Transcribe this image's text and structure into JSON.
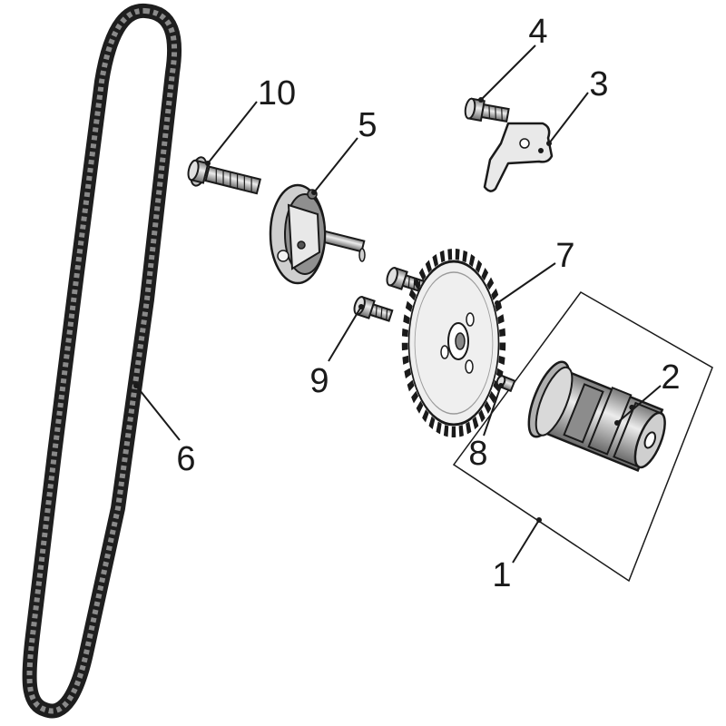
{
  "diagram": {
    "callouts": {
      "c1": "1",
      "c2": "2",
      "c3": "3",
      "c4": "4",
      "c5": "5",
      "c6": "6",
      "c7": "7",
      "c8": "8",
      "c9": "9",
      "c10": "10"
    },
    "colors": {
      "line": "#1a1a1a",
      "fill_light": "#d9d9d9",
      "fill_mid": "#9a9a9a",
      "fill_dark": "#3a3a3a",
      "background": "#ffffff"
    }
  }
}
